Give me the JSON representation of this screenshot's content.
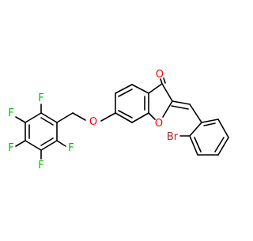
{
  "molecule": {
    "atom_labels": {
      "carbonyl_oxygen": "O",
      "ring_oxygen": "O",
      "ether_oxygen": "O",
      "bromine": "Br",
      "fluorine_top": "F",
      "fluorine_upper_left": "F",
      "fluorine_lower_left": "F",
      "fluorine_bottom": "F",
      "fluorine_right": "F"
    },
    "colors": {
      "bond": "#000000",
      "oxygen": "#ff0000",
      "bromine": "#a52a2a",
      "fluorine": "#00bb00"
    }
  }
}
